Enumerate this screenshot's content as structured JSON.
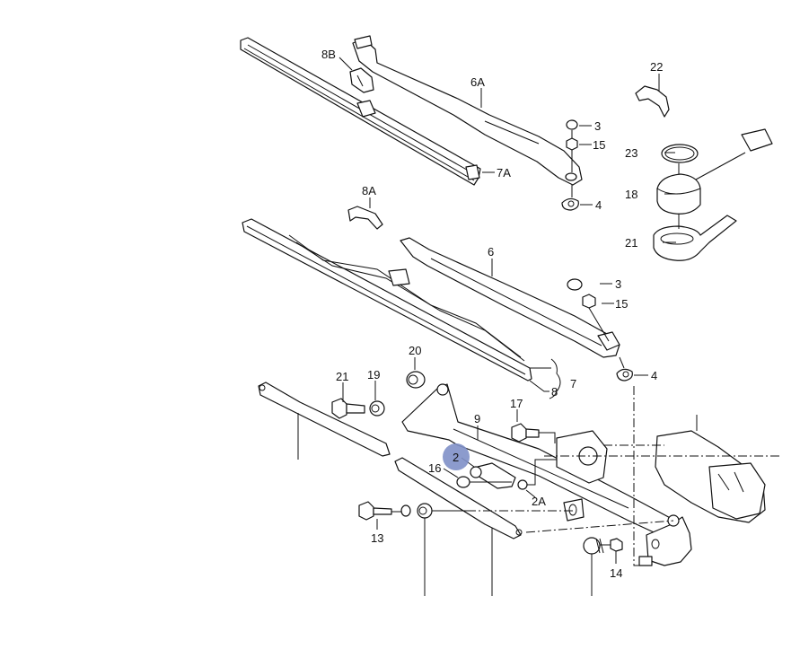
{
  "diagram": {
    "title": "Windshield wiper system exploded parts diagram",
    "highlight_color": "#8090c8",
    "highlighted_part": "2",
    "callouts": [
      {
        "id": "c-8B",
        "label": "8B"
      },
      {
        "id": "c-6A",
        "label": "6A"
      },
      {
        "id": "c-7A",
        "label": "7A"
      },
      {
        "id": "c-8A",
        "label": "8A"
      },
      {
        "id": "c-3a",
        "label": "3"
      },
      {
        "id": "c-15a",
        "label": "15"
      },
      {
        "id": "c-4a",
        "label": "4"
      },
      {
        "id": "c-22",
        "label": "22"
      },
      {
        "id": "c-23",
        "label": "23"
      },
      {
        "id": "c-18",
        "label": "18"
      },
      {
        "id": "c-21a",
        "label": "21"
      },
      {
        "id": "c-6",
        "label": "6"
      },
      {
        "id": "c-3b",
        "label": "3"
      },
      {
        "id": "c-15b",
        "label": "15"
      },
      {
        "id": "c-4b",
        "label": "4"
      },
      {
        "id": "c-7",
        "label": "7"
      },
      {
        "id": "c-8",
        "label": "8"
      },
      {
        "id": "c-20",
        "label": "20"
      },
      {
        "id": "c-21b",
        "label": "21"
      },
      {
        "id": "c-19",
        "label": "19"
      },
      {
        "id": "c-9",
        "label": "9"
      },
      {
        "id": "c-17",
        "label": "17"
      },
      {
        "id": "c-2",
        "label": "2"
      },
      {
        "id": "c-16",
        "label": "16"
      },
      {
        "id": "c-2A",
        "label": "2A"
      },
      {
        "id": "c-13",
        "label": "13"
      },
      {
        "id": "c-14",
        "label": "14"
      }
    ]
  }
}
